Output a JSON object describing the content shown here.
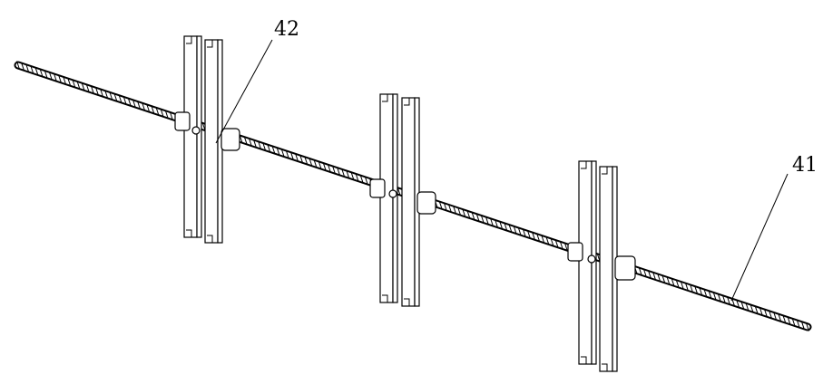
{
  "figure": {
    "labels": [
      {
        "id": "label-42",
        "text": "42"
      },
      {
        "id": "label-41",
        "text": "41"
      }
    ],
    "colors": {
      "line": "#000000",
      "background": "#ffffff"
    },
    "parts": {
      "screw_rod": "threaded-rod",
      "frames": 3,
      "nuts_per_frame": 2
    }
  }
}
